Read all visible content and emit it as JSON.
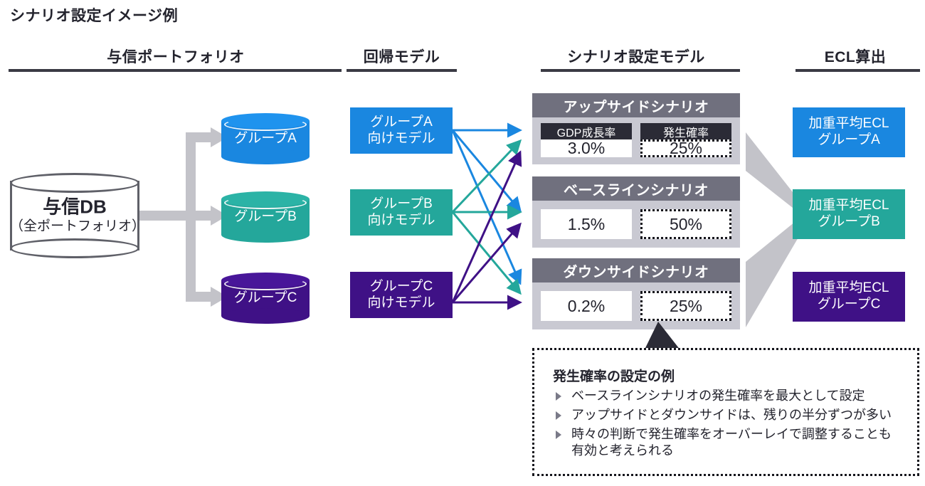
{
  "title": "シナリオ設定イメージ例",
  "columns": [
    {
      "id": "portfolio",
      "label": "与信ポートフォリオ"
    },
    {
      "id": "regression",
      "label": "回帰モデル"
    },
    {
      "id": "scenario",
      "label": "シナリオ設定モデル"
    },
    {
      "id": "ecl",
      "label": "ECL算出"
    }
  ],
  "portfolio": {
    "db": {
      "line1": "与信DB",
      "line2": "（全ポートフォリオ）"
    },
    "groups": [
      {
        "label": "グループA",
        "color": "#1a87e0"
      },
      {
        "label": "グループB",
        "color": "#24a79b"
      },
      {
        "label": "グループC",
        "color": "#3f1186"
      }
    ]
  },
  "regression": {
    "models": [
      {
        "line1": "グループA",
        "line2": "向けモデル",
        "color": "#1a87e0"
      },
      {
        "line1": "グループB",
        "line2": "向けモデル",
        "color": "#24a79b"
      },
      {
        "line1": "グループC",
        "line2": "向けモデル",
        "color": "#3f1186"
      }
    ]
  },
  "scenario": {
    "metric_labels": {
      "gdp": "GDP成長率",
      "prob": "発生確率"
    },
    "panels": [
      {
        "name": "アップサイドシナリオ",
        "gdp": "3.0%",
        "prob": "25%",
        "show_captions": true
      },
      {
        "name": "ベースラインシナリオ",
        "gdp": "1.5%",
        "prob": "50%",
        "show_captions": false
      },
      {
        "name": "ダウンサイドシナリオ",
        "gdp": "0.2%",
        "prob": "25%",
        "show_captions": false
      }
    ]
  },
  "ecl": {
    "results": [
      {
        "line1": "加重平均ECL",
        "line2": "グループA",
        "color": "#1a87e0"
      },
      {
        "line1": "加重平均ECL",
        "line2": "グループB",
        "color": "#24a79b"
      },
      {
        "line1": "加重平均ECL",
        "line2": "グループC",
        "color": "#3f1186"
      }
    ]
  },
  "note": {
    "heading": "発生確率の設定の例",
    "items": [
      "ベースラインシナリオの発生確率を最大として設定",
      "アップサイドとダウンサイドは、残りの半分ずつが多い",
      "時々の判断で発生確率をオーバーレイで調整することも有効と考えられる"
    ]
  },
  "colors": {
    "blue": "#1a87e0",
    "teal": "#24a79b",
    "purple": "#3f1186",
    "gray_arrow": "#c3c3c9",
    "panel_header": "#70707e",
    "panel_body": "#c9c9d2",
    "caption_bar": "#2b2b36",
    "ink": "#23232d"
  }
}
